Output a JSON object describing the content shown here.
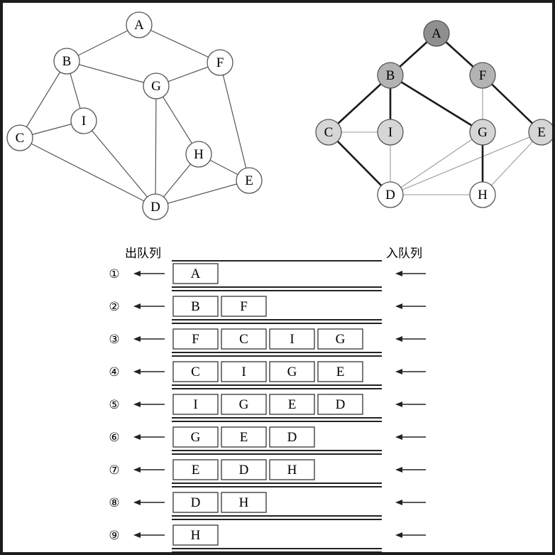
{
  "graph_left": {
    "nodes": [
      {
        "id": "A",
        "label": "A"
      },
      {
        "id": "B",
        "label": "B"
      },
      {
        "id": "F",
        "label": "F"
      },
      {
        "id": "G",
        "label": "G"
      },
      {
        "id": "I",
        "label": "I"
      },
      {
        "id": "C",
        "label": "C"
      },
      {
        "id": "H",
        "label": "H"
      },
      {
        "id": "E",
        "label": "E"
      },
      {
        "id": "D",
        "label": "D"
      }
    ],
    "edges": [
      [
        "A",
        "B"
      ],
      [
        "A",
        "F"
      ],
      [
        "B",
        "G"
      ],
      [
        "F",
        "G"
      ],
      [
        "B",
        "I"
      ],
      [
        "B",
        "C"
      ],
      [
        "C",
        "I"
      ],
      [
        "I",
        "D"
      ],
      [
        "C",
        "D"
      ],
      [
        "G",
        "D"
      ],
      [
        "G",
        "H"
      ],
      [
        "H",
        "D"
      ],
      [
        "H",
        "E"
      ],
      [
        "D",
        "E"
      ],
      [
        "F",
        "E"
      ]
    ]
  },
  "graph_right": {
    "nodes": [
      {
        "id": "A",
        "label": "A",
        "color": "#8f8f8f"
      },
      {
        "id": "B",
        "label": "B",
        "color": "#b3b3b3"
      },
      {
        "id": "F",
        "label": "F",
        "color": "#b3b3b3"
      },
      {
        "id": "C",
        "label": "C",
        "color": "#d6d6d6"
      },
      {
        "id": "I",
        "label": "I",
        "color": "#d6d6d6"
      },
      {
        "id": "G",
        "label": "G",
        "color": "#d6d6d6"
      },
      {
        "id": "E",
        "label": "E",
        "color": "#d6d6d6"
      },
      {
        "id": "D",
        "label": "D",
        "color": "#ffffff"
      },
      {
        "id": "H",
        "label": "H",
        "color": "#ffffff"
      }
    ],
    "tree_edges": [
      [
        "A",
        "B"
      ],
      [
        "A",
        "F"
      ],
      [
        "B",
        "C"
      ],
      [
        "B",
        "I"
      ],
      [
        "B",
        "G"
      ],
      [
        "F",
        "E"
      ],
      [
        "C",
        "D"
      ],
      [
        "G",
        "H"
      ]
    ],
    "other_edges": [
      [
        "F",
        "G"
      ],
      [
        "C",
        "I"
      ],
      [
        "I",
        "D"
      ],
      [
        "G",
        "D"
      ],
      [
        "E",
        "D"
      ],
      [
        "E",
        "H"
      ],
      [
        "D",
        "H"
      ]
    ]
  },
  "queue": {
    "dequeue_label": "出队列",
    "enqueue_label": "入队列",
    "steps": [
      {
        "num": "①",
        "items": [
          "A"
        ]
      },
      {
        "num": "②",
        "items": [
          "B",
          "F"
        ]
      },
      {
        "num": "③",
        "items": [
          "F",
          "C",
          "I",
          "G"
        ]
      },
      {
        "num": "④",
        "items": [
          "C",
          "I",
          "G",
          "E"
        ]
      },
      {
        "num": "⑤",
        "items": [
          "I",
          "G",
          "E",
          "D"
        ]
      },
      {
        "num": "⑥",
        "items": [
          "G",
          "E",
          "D"
        ]
      },
      {
        "num": "⑦",
        "items": [
          "E",
          "D",
          "H"
        ]
      },
      {
        "num": "⑧",
        "items": [
          "D",
          "H"
        ]
      },
      {
        "num": "⑨",
        "items": [
          "H"
        ]
      }
    ]
  },
  "colors": {
    "line": "#555555",
    "tree_edge": "#1a1a1a",
    "light_edge": "#9a9a9a"
  }
}
